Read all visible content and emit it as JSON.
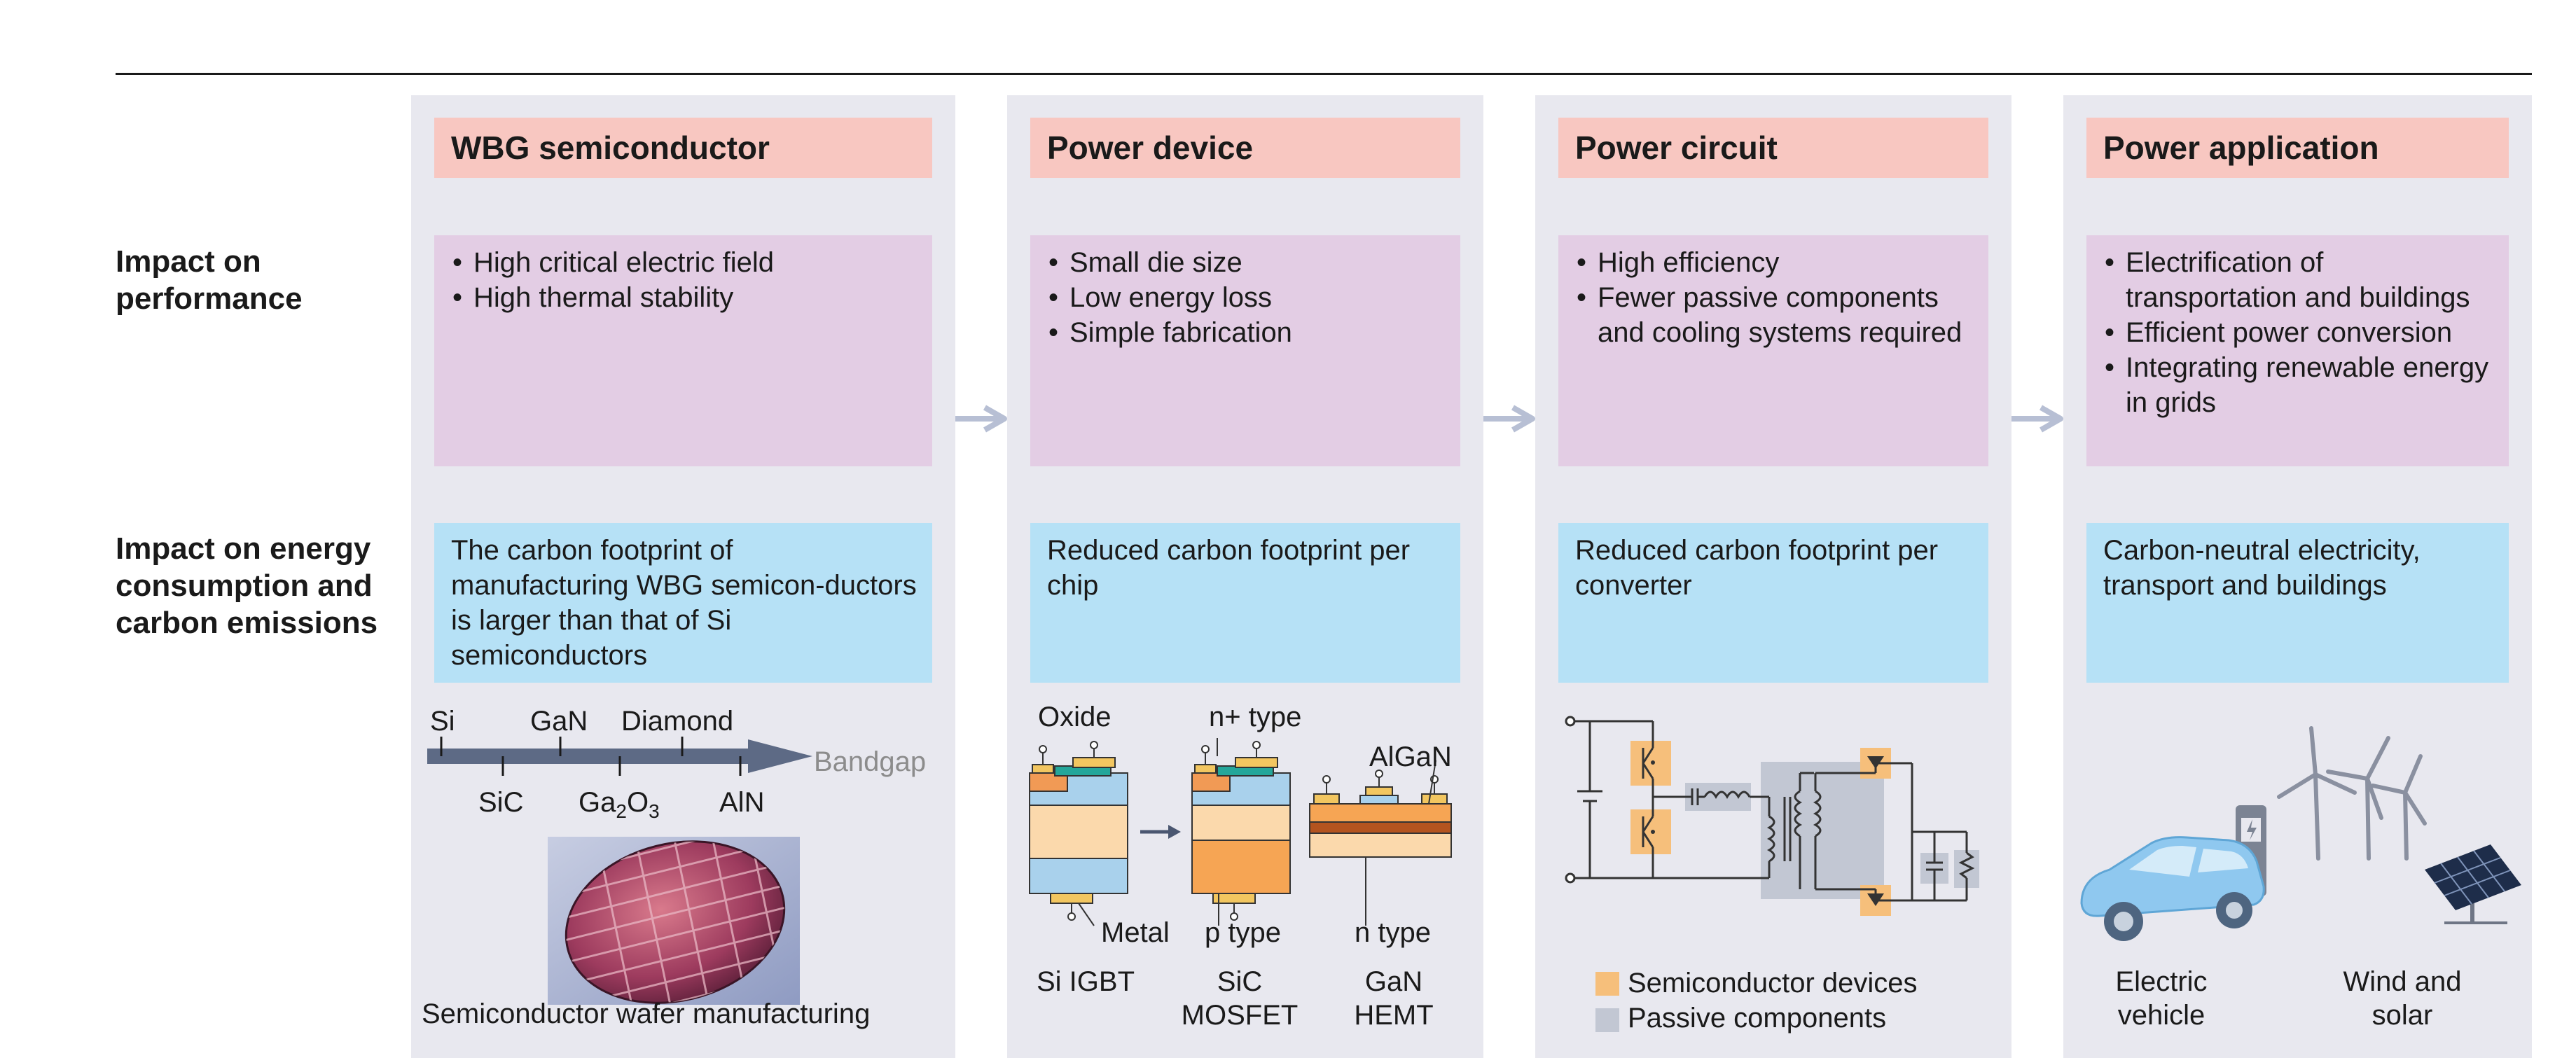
{
  "row_labels": {
    "performance": "Impact on\nperformance",
    "energy": "Impact on energy\nconsumption and\ncarbon emissions"
  },
  "columns": [
    {
      "title": "WBG semiconductor",
      "performance": [
        "High critical electric field",
        "High thermal stability"
      ],
      "carbon": "The carbon footprint of manufacturing WBG semicon-ductors is larger than that of Si semiconductors"
    },
    {
      "title": "Power device",
      "performance": [
        "Small die size",
        "Low energy loss",
        "Simple fabrication"
      ],
      "carbon": "Reduced carbon footprint per chip"
    },
    {
      "title": "Power circuit",
      "performance": [
        "High efficiency",
        "Fewer passive components and cooling systems required"
      ],
      "carbon": "Reduced carbon footprint per converter"
    },
    {
      "title": "Power application",
      "performance": [
        "Electrification of transportation and buildings",
        "Efficient power conversion",
        "Integrating renewable energy in grids"
      ],
      "carbon": "Carbon-neutral electricity, transport and buildings"
    }
  ],
  "bandgap": {
    "axis_label": "Bandgap",
    "top_labels": [
      "Si",
      "GaN",
      "Diamond"
    ],
    "bottom_labels": [
      "SiC",
      "Ga",
      "2",
      "O",
      "3",
      "AlN"
    ],
    "caption": "Semiconductor wafer manufacturing"
  },
  "device": {
    "oxide": "Oxide",
    "n_plus": "n+ type",
    "algan": "AlGaN",
    "metal": "Metal",
    "p_type": "p type",
    "n_type": "n type",
    "captions": [
      "Si IGBT",
      "SiC\nMOSFET",
      "GaN\nHEMT"
    ]
  },
  "circuit": {
    "legend": [
      "Semiconductor devices",
      "Passive components"
    ]
  },
  "application": {
    "captions": [
      "Electric\nvehicle",
      "Wind and\nsolar"
    ]
  },
  "colors": {
    "header": "#f8c7c1",
    "performance": "#e3cde4",
    "carbon": "#b6e1f6",
    "column_bg": "#e8e8ef",
    "semiconductor": "#f6bf7b",
    "passive": "#c2c7d3",
    "arrow": "#b7bfd4"
  }
}
